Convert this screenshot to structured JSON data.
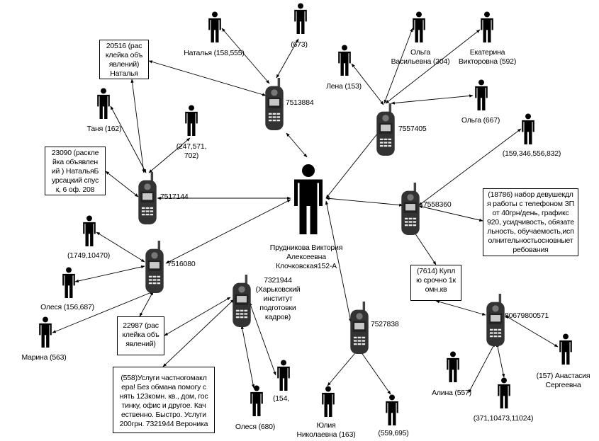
{
  "colors": {
    "ink": "#000000",
    "phone_body": "#333333",
    "phone_screen": "#c8c8c8",
    "background": "#ffffff"
  },
  "center": {
    "id": "center",
    "name": "Прудникова Виктория Алексеевна Клочковская152-А",
    "lines": [
      "Прудникова Виктория",
      "Алексеевна",
      "Клочковская152-А"
    ],
    "icon": "person-icon"
  },
  "phones": [
    {
      "id": "p7513884",
      "number": "7513884",
      "icon": "mobile-phone-icon"
    },
    {
      "id": "p7557405",
      "number": "7557405",
      "icon": "mobile-phone-icon"
    },
    {
      "id": "p7517144",
      "number": "7517144",
      "icon": "mobile-phone-icon"
    },
    {
      "id": "p7558360",
      "number": "7558360",
      "icon": "mobile-phone-icon"
    },
    {
      "id": "p7516080",
      "number": "7516080",
      "icon": "mobile-phone-icon"
    },
    {
      "id": "p7321944",
      "number": "7321944 (Харьковский институт подготовки кадров)",
      "lines": [
        "7321944",
        "(Харьковский",
        "институт",
        "подготовки",
        "кадров)"
      ],
      "icon": "mobile-phone-icon"
    },
    {
      "id": "p7527838",
      "number": "7527838",
      "icon": "mobile-phone-icon"
    },
    {
      "id": "p80679800571",
      "number": "80679800571",
      "icon": "mobile-phone-icon"
    }
  ],
  "persons": [
    {
      "id": "natalya",
      "label": "Наталья (158,555)"
    },
    {
      "id": "p673",
      "label": "(673)"
    },
    {
      "id": "lena",
      "label": "Лена (153)"
    },
    {
      "id": "olga_v",
      "label": "Ольга Васильевна (304)",
      "lines": [
        "Ольга",
        "Васильевна (304)"
      ]
    },
    {
      "id": "ekaterina",
      "label": "Екатерина Викторовна (592)",
      "lines": [
        "Екатерина",
        "Викторовна (592)"
      ]
    },
    {
      "id": "olga667",
      "label": "Ольга (667)"
    },
    {
      "id": "tanya",
      "label": "Таня (162)"
    },
    {
      "id": "p247",
      "label": "(247,571, 702)",
      "lines": [
        "(247,571,",
        "702)"
      ]
    },
    {
      "id": "p159",
      "label": "(159,346,556,832)"
    },
    {
      "id": "p1749",
      "label": "(1749,10470)"
    },
    {
      "id": "olesya156",
      "label": "Олеся (156,687)"
    },
    {
      "id": "marina",
      "label": "Марина (563)"
    },
    {
      "id": "olesya680",
      "label": "Олеся (680)"
    },
    {
      "id": "p154",
      "label": "(154,"
    },
    {
      "id": "yulia",
      "label": "Юлия Николаевна (163)",
      "lines": [
        "Юлия",
        "Николаевна (163)"
      ]
    },
    {
      "id": "p559",
      "label": "(559,695)"
    },
    {
      "id": "alina",
      "label": "Алина (557)"
    },
    {
      "id": "p371",
      "label": "(371,10473,11024)"
    },
    {
      "id": "anastasia",
      "label": "(157) Анастасия Сергеевна",
      "lines": [
        "(157) Анастасия",
        "Сергеевна"
      ]
    }
  ],
  "notes": [
    {
      "id": "n20516",
      "text": "20516 (рас клейка объ явлений) Наталья",
      "lines": [
        "20516 (рас",
        "клейка объ",
        "явлений)",
        "Наталья"
      ]
    },
    {
      "id": "n23090",
      "text": "23090 (раскле йка объявлен ий ) НатальяБ урсацкий спус к, 6 оф. 208",
      "lines": [
        "23090 (раскле",
        "йка объявлен",
        "ий ) НатальяБ",
        "урсацкий спус",
        "к, 6 оф. 208"
      ]
    },
    {
      "id": "n18786",
      "text": "(18786) набор девушекдл я работы с телефоном ЗП от 40грн/день, графикс 920, усидчивость, обязате льность, обучаемость,исп олнительностьосновныет ребования",
      "lines": [
        "(18786) набор девушекдл",
        "я работы с телефоном ЗП",
        "от 40грн/день, графикс",
        "920, усидчивость, обязате",
        "льность, обучаемость,исп",
        "олнительностьосновныет",
        "ребования"
      ]
    },
    {
      "id": "n7614",
      "text": "(7614) Купл ю срочно 1к омн.кв",
      "lines": [
        "(7614) Купл",
        "ю срочно 1к",
        "омн.кв"
      ]
    },
    {
      "id": "n22987",
      "text": "22987 (рас клейка объ явлений)",
      "lines": [
        "22987 (рас",
        "клейка объ",
        "явлений)"
      ]
    },
    {
      "id": "n558",
      "text": "(558)Услуги частногомакл ера! Без обмана помогу с нять 123комн. кв., дом, гос тинку, офис и другое. Кач ественно. Быстро. Услуги 200грн. 7321944 Вероника",
      "lines": [
        "(558)Услуги частногомакл",
        "ера! Без обмана помогу с",
        "нять 123комн. кв., дом, гос",
        "тинку, офис и другое. Кач",
        "ественно. Быстро. Услуги",
        "200грн. 7321944 Вероника"
      ]
    }
  ],
  "links": [
    [
      "p7513884",
      "center"
    ],
    [
      "p7513884",
      "natalya"
    ],
    [
      "p7513884",
      "p673"
    ],
    [
      "p7513884",
      "n20516"
    ],
    [
      "p7557405",
      "center"
    ],
    [
      "p7557405",
      "lena"
    ],
    [
      "p7557405",
      "olga_v"
    ],
    [
      "p7557405",
      "ekaterina"
    ],
    [
      "p7557405",
      "olga667"
    ],
    [
      "p7517144",
      "center"
    ],
    [
      "p7517144",
      "tanya"
    ],
    [
      "p7517144",
      "p247"
    ],
    [
      "p7517144",
      "n20516"
    ],
    [
      "p7517144",
      "n23090"
    ],
    [
      "p7558360",
      "center"
    ],
    [
      "p7558360",
      "p159"
    ],
    [
      "p7558360",
      "n18786"
    ],
    [
      "p7558360",
      "n7614"
    ],
    [
      "p7516080",
      "center"
    ],
    [
      "p7516080",
      "p1749"
    ],
    [
      "p7516080",
      "olesya156"
    ],
    [
      "p7516080",
      "marina"
    ],
    [
      "p7516080",
      "n22987"
    ],
    [
      "p7321944",
      "n22987"
    ],
    [
      "p7321944",
      "n558"
    ],
    [
      "p7321944",
      "olesya680"
    ],
    [
      "p7321944",
      "p154"
    ],
    [
      "p7527838",
      "center"
    ],
    [
      "p7527838",
      "yulia"
    ],
    [
      "p7527838",
      "p559"
    ],
    [
      "p80679800571",
      "n7614"
    ],
    [
      "p80679800571",
      "alina"
    ],
    [
      "p80679800571",
      "p371"
    ],
    [
      "p80679800571",
      "anastasia"
    ]
  ]
}
